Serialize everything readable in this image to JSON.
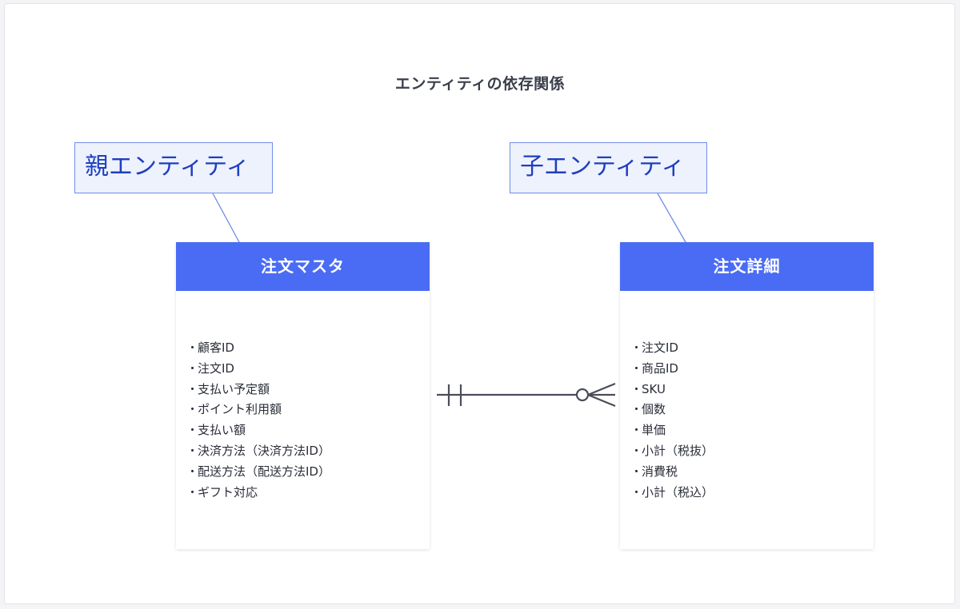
{
  "title": "エンティティの依存関係",
  "notes": {
    "parent": "親エンティティ",
    "child": "子エンティティ"
  },
  "entities": {
    "parent": {
      "name": "注文マスタ",
      "attributes": [
        "顧客ID",
        "注文ID",
        "支払い予定額",
        "ポイント利用額",
        "支払い額",
        "決済方法（決済方法ID）",
        "配送方法（配送方法ID）",
        "ギフト対応"
      ]
    },
    "child": {
      "name": "注文詳細",
      "attributes": [
        "注文ID",
        "商品ID",
        "SKU",
        "個数",
        "単価",
        "小計（税抜）",
        "消費税",
        "小計（税込）"
      ]
    }
  },
  "relationship": {
    "parent_cardinality": "exactly-one",
    "child_cardinality": "zero-or-many"
  },
  "colors": {
    "header": "#4a6cf4",
    "note_bg": "#eef2fd",
    "note_border": "#6f8ee8",
    "note_text": "#1f3fbf",
    "line": "#4a4e5a"
  }
}
